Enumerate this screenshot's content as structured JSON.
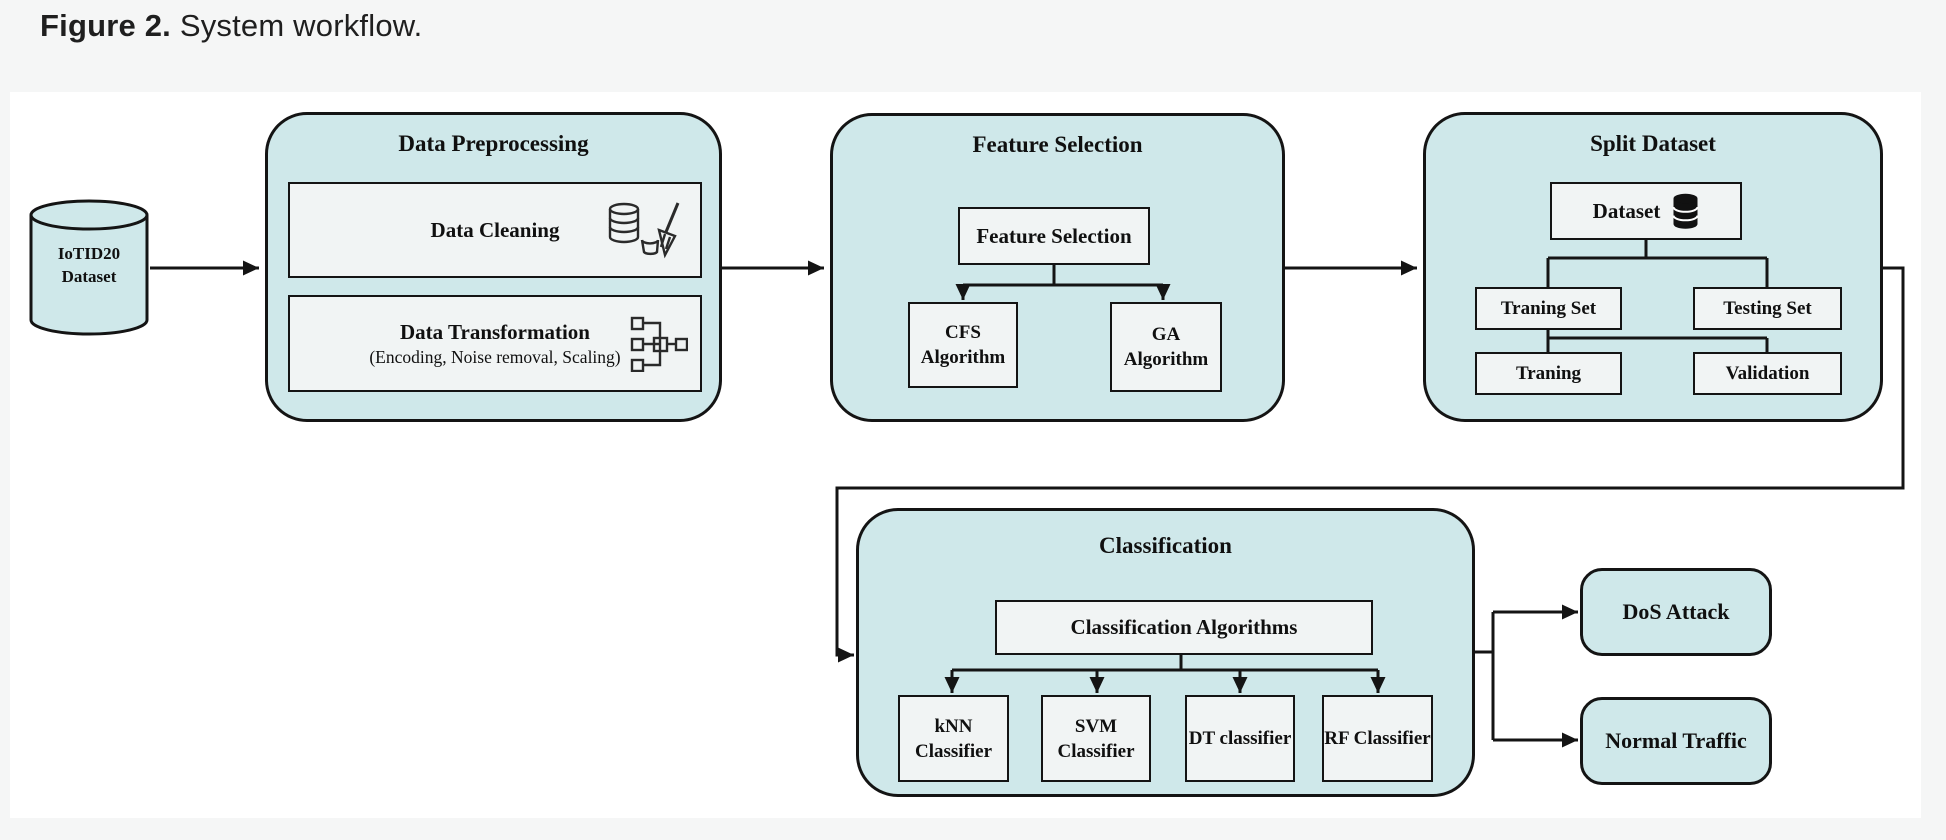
{
  "caption": {
    "label": "Figure 2.",
    "text": " System workflow."
  },
  "source_cylinder": {
    "line1": "IoTID20",
    "line2": "Dataset"
  },
  "preprocessing": {
    "title": "Data Preprocessing",
    "cleaning_label": "Data Cleaning",
    "transformation_label": "Data Transformation",
    "transformation_detail": "(Encoding, Noise removal, Scaling)"
  },
  "feature_selection": {
    "title": "Feature Selection",
    "root_label": "Feature Selection",
    "cfs_label": "CFS Algorithm",
    "ga_label": "GA Algorithm"
  },
  "split_dataset": {
    "title": "Split Dataset",
    "root_label": "Dataset",
    "training_set_label": "Traning Set",
    "testing_set_label": "Testing Set",
    "training_label": "Traning",
    "validation_label": "Validation"
  },
  "classification": {
    "title": "Classification",
    "root_label": "Classification Algorithms",
    "classifiers": [
      "kNN Classifier",
      "SVM Classifier",
      "DT classifier",
      "RF Classifier"
    ]
  },
  "outputs": {
    "dos_label": "DoS Attack",
    "normal_label": "Normal Traffic"
  },
  "colors": {
    "page_bg": "#f5f6f6",
    "panel_bg": "#ffffff",
    "block_fill": "#cfe8ea",
    "node_fill": "#f1f4f4",
    "line": "#141414"
  }
}
